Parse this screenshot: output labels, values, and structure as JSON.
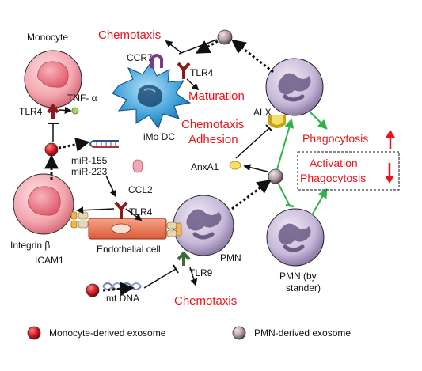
{
  "colors": {
    "red_label": "#e8141c",
    "green_arrow": "#2db34a",
    "dotted_arrow": "#111111",
    "monocyte_fill": "#f3a5ae",
    "pmn_fill": "#c6b7d8",
    "dc_fill": "#3c9fd8",
    "endothelial_fill": "#ef7a5a",
    "monocyte_exosome": "#d41a20",
    "pmn_exosome": "#b49aa6"
  },
  "labels": {
    "monocyte": "Monocyte",
    "tlr4_monocyte": "TLR4",
    "tnf": "TNF- α",
    "chemotaxis_top": "Chemotaxis",
    "ccr7": "CCR7",
    "tlr4_dc": "TLR4",
    "maturation": "Maturation",
    "imo_dc": "iMo DC",
    "chemotaxis_adhesion_1": "Chemotaxis",
    "chemotaxis_adhesion_2": "Adhesion",
    "alx": "ALX",
    "anxa1": "AnxA1",
    "mir155": "miR-155",
    "mir223": "miR-223",
    "ccl2": "CCL2",
    "tlr4_endo": "TLR4",
    "integrin": "Integrin β",
    "icam1": "ICAM1",
    "endothelial": "Endothelial cell",
    "pmn": "PMN",
    "tlr9": "TLR9",
    "mtdna": "mt DNA",
    "chemotaxis_bottom": "Chemotaxis",
    "phagocytosis_up": "Phagocytosis",
    "activation": "Activation",
    "phagocytosis_down": "Phagocytosis",
    "pmn_bystander_1": "PMN (by",
    "pmn_bystander_2": "stander)"
  },
  "legend": {
    "monocyte_exosome": "Monocyte-derived exosome",
    "pmn_exosome": "PMN-derived exosome"
  }
}
